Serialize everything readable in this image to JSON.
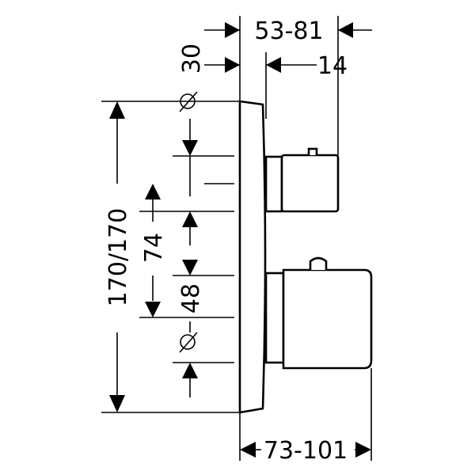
{
  "dimensions": {
    "top_width": "53-81",
    "depth_small": "30",
    "knob_small": "14",
    "total_height": "170/170",
    "spacing_upper": "74",
    "spacing_lower": "48",
    "bottom_width": "73-101"
  },
  "symbols": {
    "diameter_upper": "⌀",
    "diameter_lower": "⌀"
  }
}
